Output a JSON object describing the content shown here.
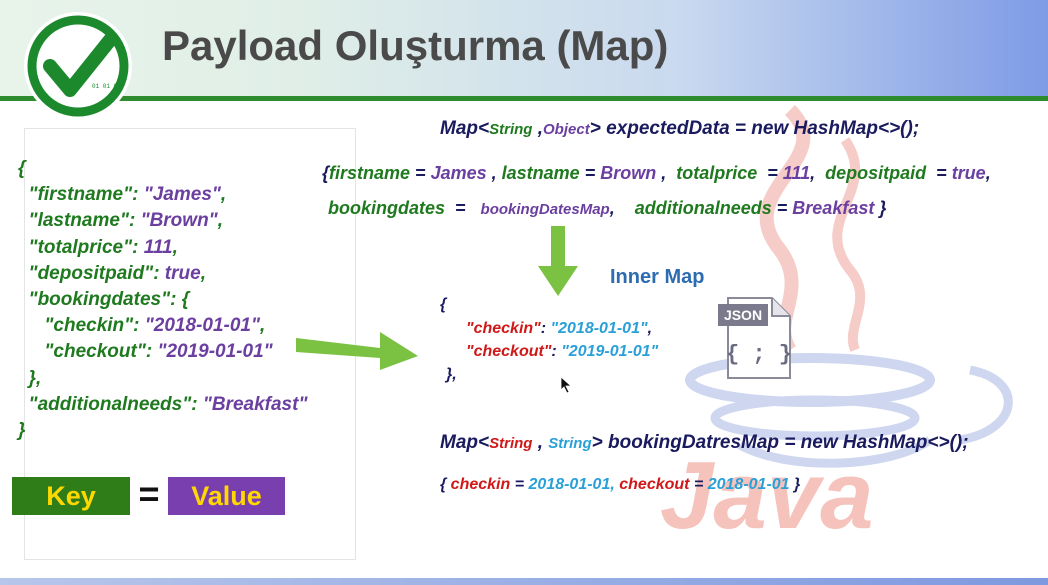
{
  "title": "Payload Oluşturma (Map)",
  "logo_digits": "01 01 01",
  "json_lines": [
    {
      "indent": 0,
      "key": "{",
      "sep": "",
      "val": "",
      "end": ""
    },
    {
      "indent": 1,
      "key": "\"firstname\"",
      "sep": ": ",
      "val": "\"James\"",
      "end": ","
    },
    {
      "indent": 1,
      "key": "\"lastname\"",
      "sep": ": ",
      "val": "\"Brown\"",
      "end": ","
    },
    {
      "indent": 1,
      "key": "\"totalprice\"",
      "sep": ": ",
      "val": "111",
      "end": ","
    },
    {
      "indent": 1,
      "key": "\"depositpaid\"",
      "sep": ": ",
      "val": "true",
      "end": ","
    },
    {
      "indent": 1,
      "key": "\"bookingdates\"",
      "sep": ": ",
      "val": "{",
      "end": ""
    },
    {
      "indent": 2,
      "key": "\"checkin\"",
      "sep": ": ",
      "val": "\"2018-01-01\"",
      "end": ","
    },
    {
      "indent": 2,
      "key": "\"checkout\"",
      "sep": ": ",
      "val": "\"2019-01-01\"",
      "end": ""
    },
    {
      "indent": 1,
      "key": "},",
      "sep": "",
      "val": "",
      "end": ""
    },
    {
      "indent": 1,
      "key": "\"additionalneeds\"",
      "sep": ": ",
      "val": "\"Breakfast\"",
      "end": ""
    },
    {
      "indent": 0,
      "key": "}",
      "sep": "",
      "val": "",
      "end": ""
    }
  ],
  "legend": {
    "key": "Key",
    "eq": "=",
    "value": "Value"
  },
  "outer_decl": {
    "a": "Map<",
    "t1": "String",
    "c": " ,",
    "t2": "Object",
    "b": "> expectedData = new HashMap<>();"
  },
  "outer_map": {
    "open": "{",
    "firstname_k": "firstname",
    "firstname_v": "James",
    "lastname_k": "lastname",
    "lastname_v": "Brown",
    "totalprice_k": "totalprice",
    "totalprice_v": "111",
    "depositpaid_k": "depositpaid",
    "depositpaid_v": "true",
    "bookingdates_k": "bookingdates",
    "bookingdates_v": "bookingDatesMap",
    "additionalneeds_k": "additionalneeds",
    "additionalneeds_v": "Breakfast",
    "close": "}"
  },
  "inner_map_title": "Inner Map",
  "inner_map": {
    "open": "{",
    "checkin_k": "\"checkin\"",
    "checkin_v": "\"2018-01-01\"",
    "checkout_k": "\"checkout\"",
    "checkout_v": "\"2019-01-01\"",
    "close": "},"
  },
  "json_icon_label": "JSON",
  "json_icon_glyph": "{ ; }",
  "inner_decl": {
    "a": "Map<",
    "t1": "String",
    "c": " , ",
    "t2": "String",
    "b": "> bookingDatresMap = new HashMap<>();"
  },
  "inner_flat": {
    "open": "{ ",
    "k1": "checkin",
    "v1": "2018-01-01,",
    "k2": "checkout",
    "v2": "2018-01-01",
    "close": "}"
  },
  "watermark": "Java",
  "colors": {
    "key": "#1f7a1f",
    "value": "#6b3fa0",
    "arrow": "#7cc242",
    "header_bar": "#2e8b2e",
    "inner_key": "#d01818",
    "inner_value": "#2aa0d8"
  }
}
